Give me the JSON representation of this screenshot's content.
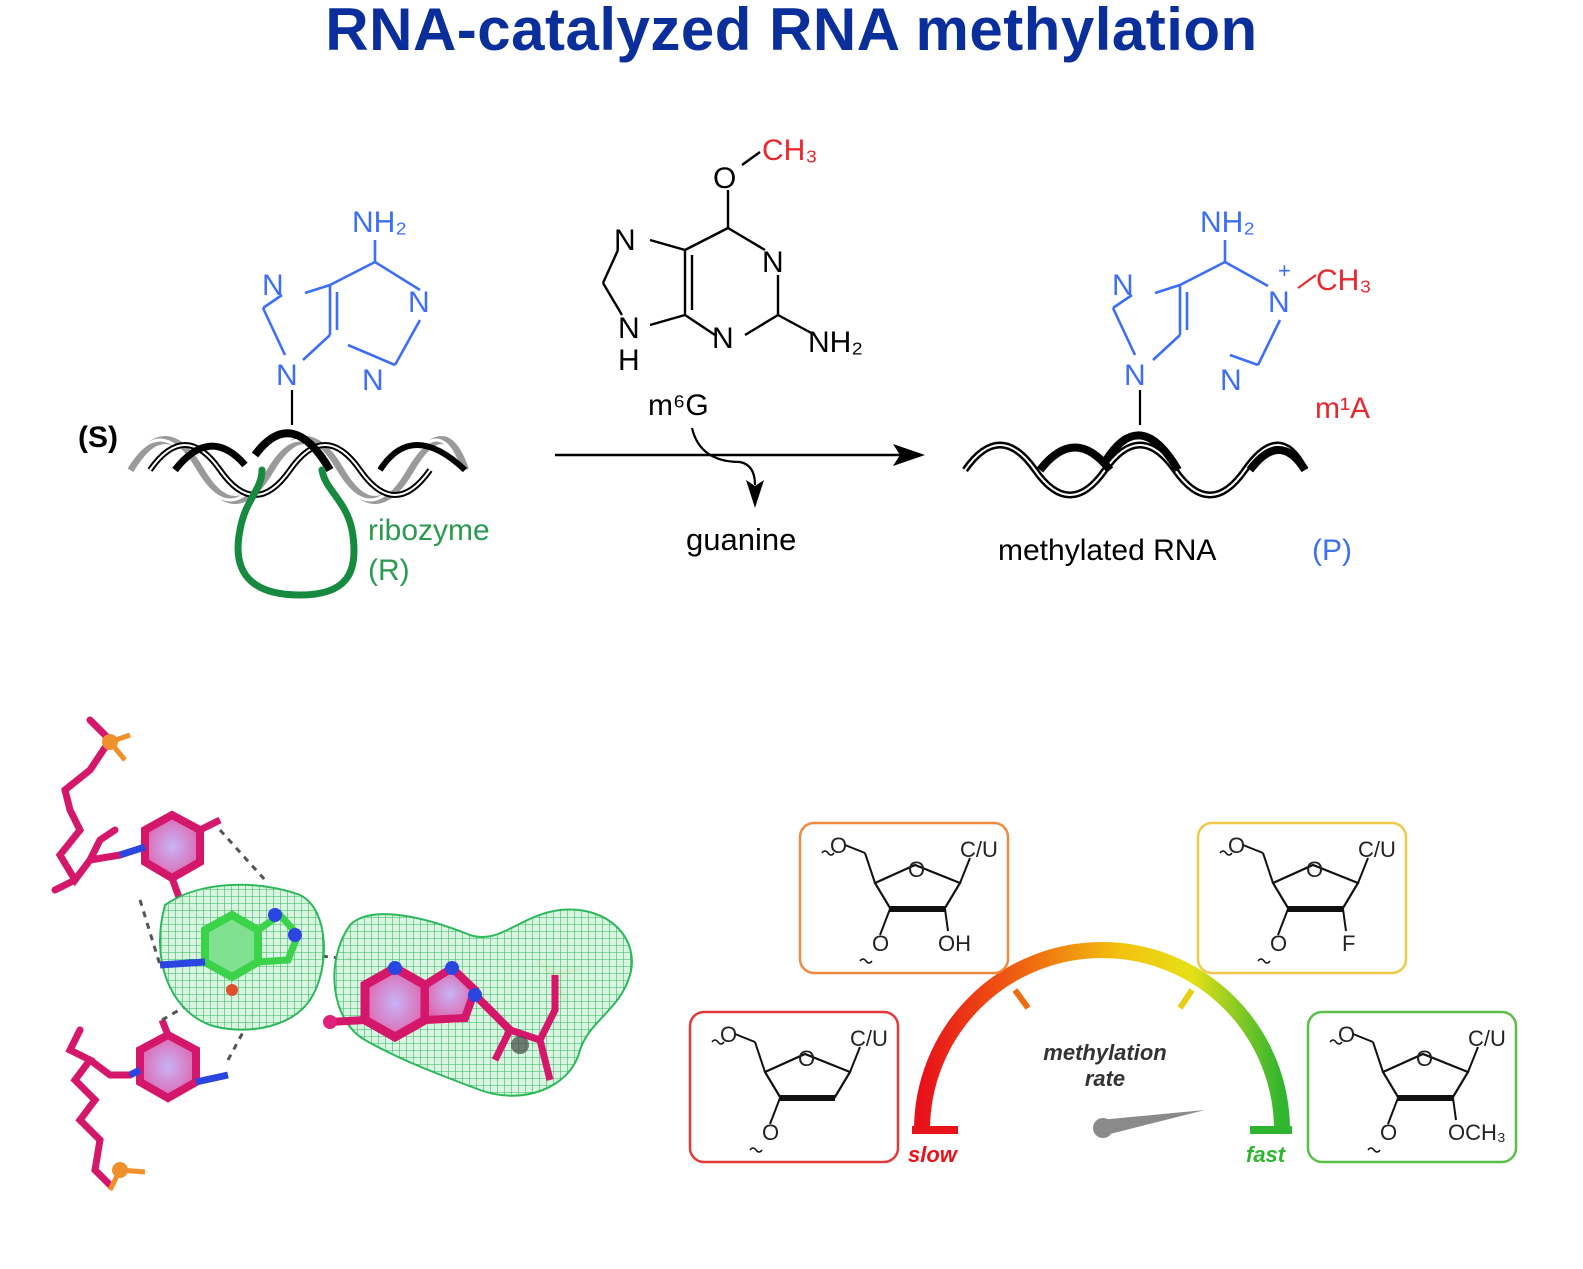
{
  "title": "RNA-catalyzed RNA methylation",
  "reaction": {
    "substrate_label": "(S)",
    "ribozyme_label": "ribozyme",
    "ribozyme_code": "(R)",
    "reagent_name": "m⁶G",
    "reagent_methyl": "CH₃",
    "reagent_o": "O",
    "byproduct": "guanine",
    "product_label": "methylated RNA",
    "product_code": "(P)",
    "product_name": "m¹A",
    "product_methyl": "CH₃",
    "nh2": "NH₂",
    "n": "N",
    "h": "H",
    "plus": "+"
  },
  "gauge": {
    "label_line1": "methylation",
    "label_line2": "rate",
    "slow": "slow",
    "fast": "fast"
  },
  "sugars": [
    {
      "o_top": "O",
      "o_ring": "O",
      "base": "C/U",
      "o_left": "O",
      "sub": "",
      "color": "#e03a3a"
    },
    {
      "o_top": "O",
      "o_ring": "O",
      "base": "C/U",
      "o_left": "O",
      "sub": "OH",
      "color": "#ef8a3c"
    },
    {
      "o_top": "O",
      "o_ring": "O",
      "base": "C/U",
      "o_left": "O",
      "sub": "F",
      "color": "#f0c94a"
    },
    {
      "o_top": "O",
      "o_ring": "O",
      "base": "C/U",
      "o_left": "O",
      "sub": "OCH₃",
      "color": "#5cbf4a"
    }
  ],
  "colors": {
    "title": "#0b2f9a",
    "blue_molecule": "#3d6ef5",
    "red_methyl": "#e8282e",
    "ribozyme_green": "#168a3e",
    "mesh_green": "#27c05a",
    "pink_atoms": "#e0207a"
  }
}
